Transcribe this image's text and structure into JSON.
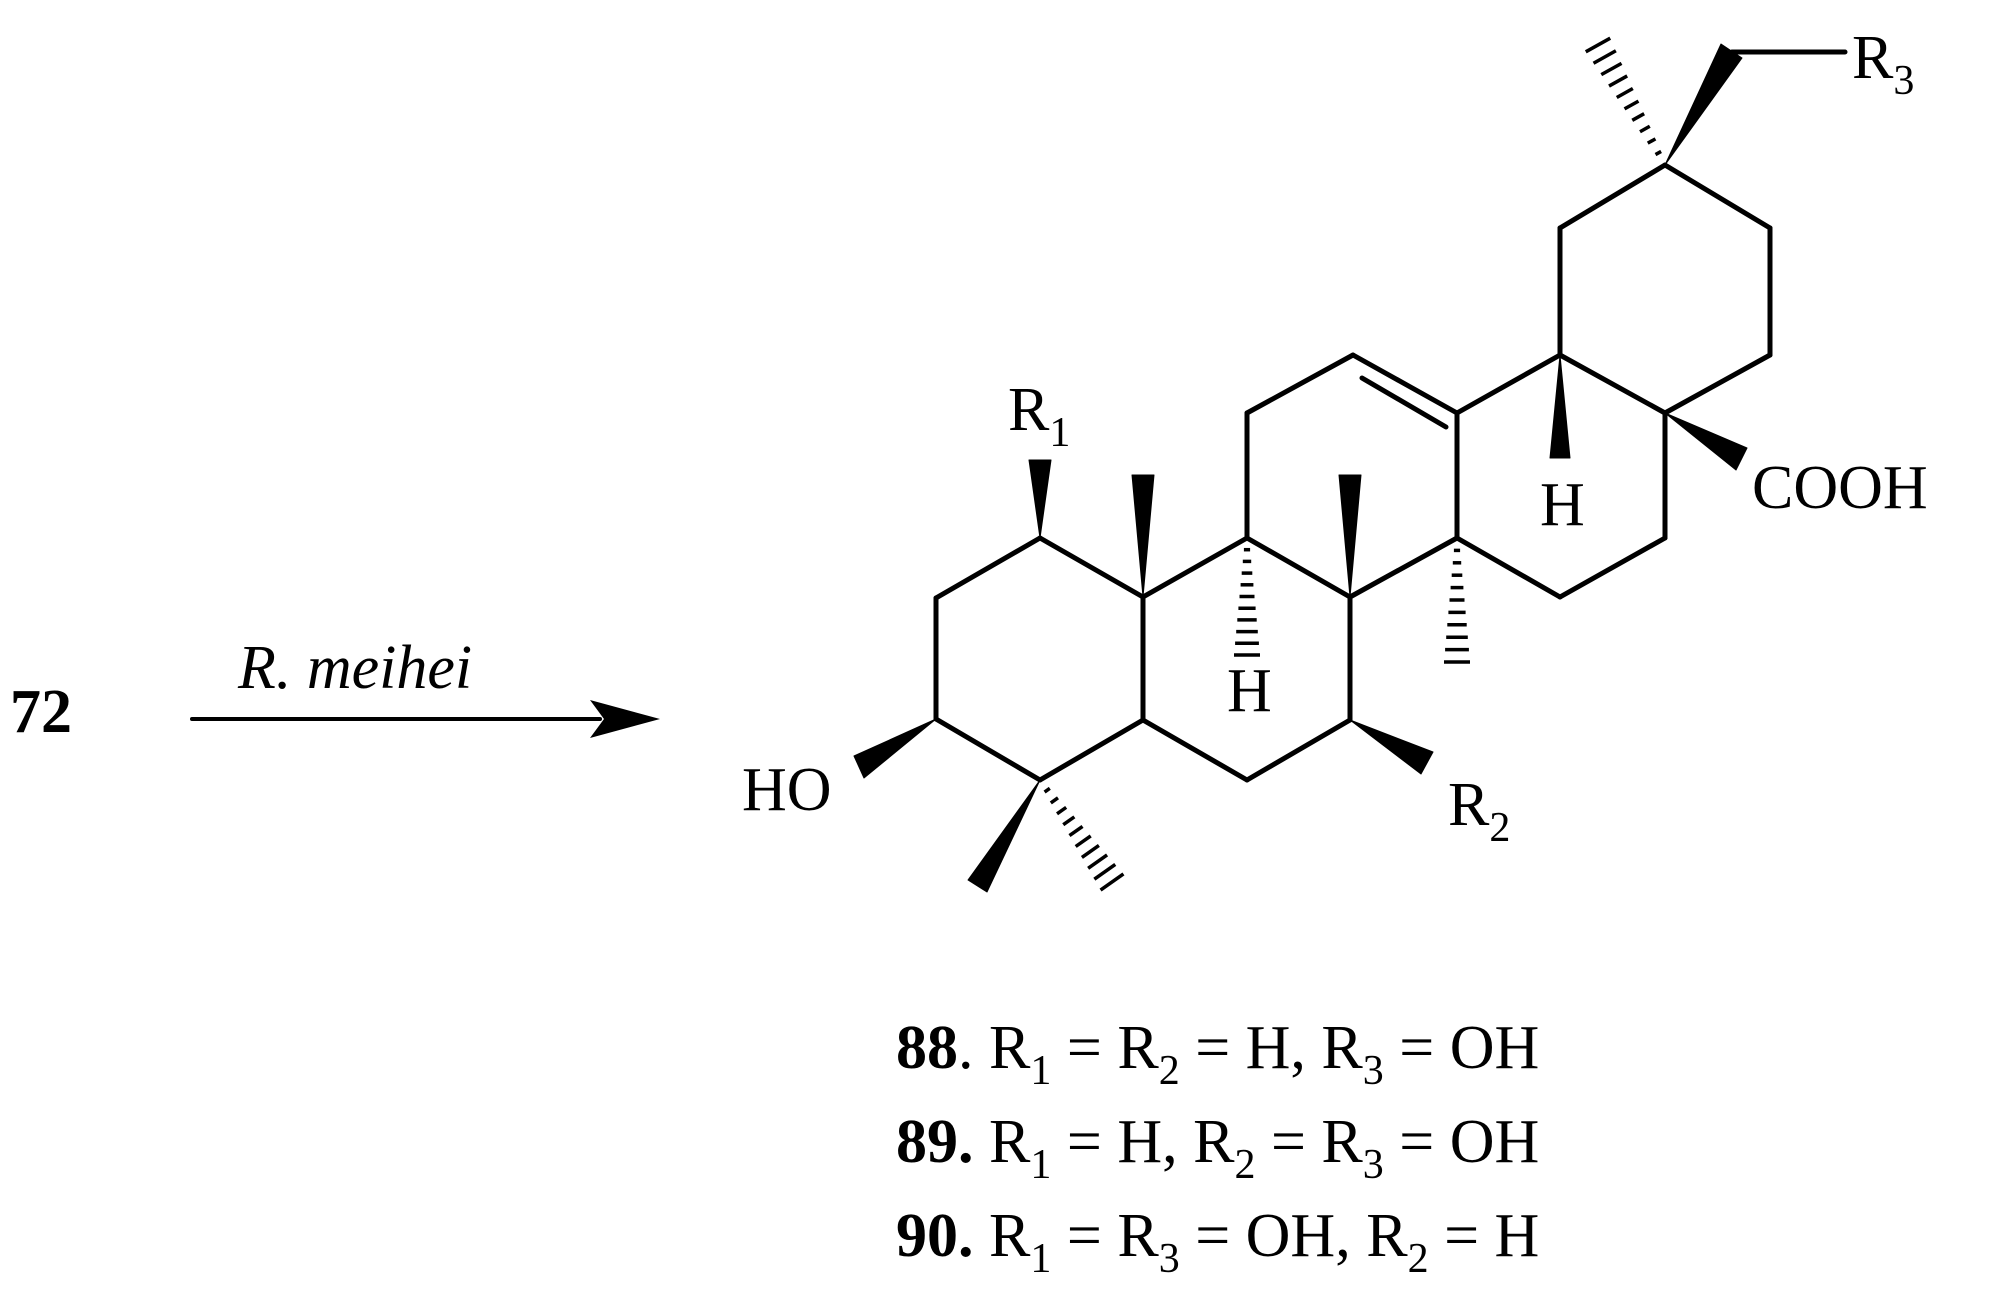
{
  "reactant": {
    "label": "72"
  },
  "reaction": {
    "reagent": "R. meihei",
    "arrow": "right-arrow"
  },
  "structure": {
    "substituents": {
      "r1": {
        "symbol": "R",
        "sub": "1"
      },
      "r2": {
        "symbol": "R",
        "sub": "2"
      },
      "r3": {
        "symbol": "R",
        "sub": "3"
      }
    },
    "atoms": {
      "hydroxyl": "HO",
      "acid": "COOH",
      "h9": "H",
      "h18": "H"
    }
  },
  "compounds": [
    {
      "id": "88",
      "idSep": ".",
      "tokens": [
        {
          "t": "R"
        },
        {
          "s": "1"
        },
        {
          "t": " = R"
        },
        {
          "s": "2"
        },
        {
          "t": " = H, R"
        },
        {
          "s": "3"
        },
        {
          "t": " = OH"
        }
      ]
    },
    {
      "id": "89.",
      "idSep": "",
      "tokens": [
        {
          "t": "R"
        },
        {
          "s": "1"
        },
        {
          "t": " = H, R"
        },
        {
          "s": "2"
        },
        {
          "t": " = R"
        },
        {
          "s": "3"
        },
        {
          "t": " = OH"
        }
      ]
    },
    {
      "id": "90.",
      "idSep": "",
      "tokens": [
        {
          "t": "R"
        },
        {
          "s": "1"
        },
        {
          "t": " = R"
        },
        {
          "s": "3"
        },
        {
          "t": " = OH, R"
        },
        {
          "s": "2"
        },
        {
          "t": " = H"
        }
      ]
    }
  ]
}
